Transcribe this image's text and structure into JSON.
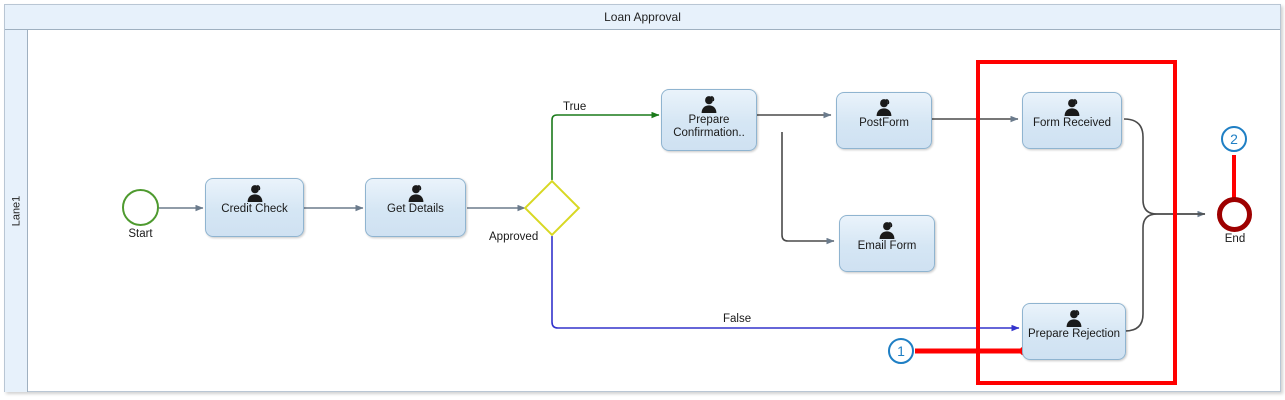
{
  "pool": {
    "title": "Loan Approval",
    "lane_label": "Lane1"
  },
  "events": {
    "start": {
      "label": "Start",
      "color": "#4e9a2f"
    },
    "end": {
      "label": "End",
      "color": "#9e0000"
    }
  },
  "gateway": {
    "label": "Approved",
    "color": "#d8d823"
  },
  "tasks": [
    {
      "id": "credit-check",
      "label": "Credit Check",
      "icon": "user-icon"
    },
    {
      "id": "get-details",
      "label": "Get Details",
      "icon": "user-icon"
    },
    {
      "id": "prepare-confirmation",
      "label": "Prepare\nConfirmation..",
      "icon": "user-icon"
    },
    {
      "id": "post-form",
      "label": "PostForm",
      "icon": "user-icon"
    },
    {
      "id": "email-form",
      "label": "Email Form",
      "icon": "user-icon"
    },
    {
      "id": "form-received",
      "label": "Form Received",
      "icon": "user-icon"
    },
    {
      "id": "prepare-rejection",
      "label": "Prepare Rejection",
      "icon": "user-icon"
    }
  ],
  "task_labels": {
    "credit_check": "Credit Check",
    "get_details": "Get Details",
    "prepare_confirmation_line1": "Prepare",
    "prepare_confirmation_line2": "Confirmation..",
    "post_form": "PostForm",
    "email_form": "Email Form",
    "form_received": "Form Received",
    "prepare_rejection": "Prepare Rejection"
  },
  "flows": [
    {
      "label": "True",
      "color": "#1a7a1a"
    },
    {
      "label": "False",
      "color": "#3333cc"
    }
  ],
  "flow_labels": {
    "true": "True",
    "false": "False"
  },
  "annotations": {
    "highlight_color": "#ff0000",
    "callout_border_color": "#1f7fc4",
    "callouts": [
      {
        "number": "1",
        "points_to": "prepare-rejection"
      },
      {
        "number": "2",
        "points_to": "end"
      }
    ],
    "callout_1": "1",
    "callout_2": "2"
  },
  "colors": {
    "task_fill": "#d5e6f4",
    "task_border": "#8fb4d0",
    "pool_header_fill": "#e7f1fb",
    "connector": "#555555"
  }
}
